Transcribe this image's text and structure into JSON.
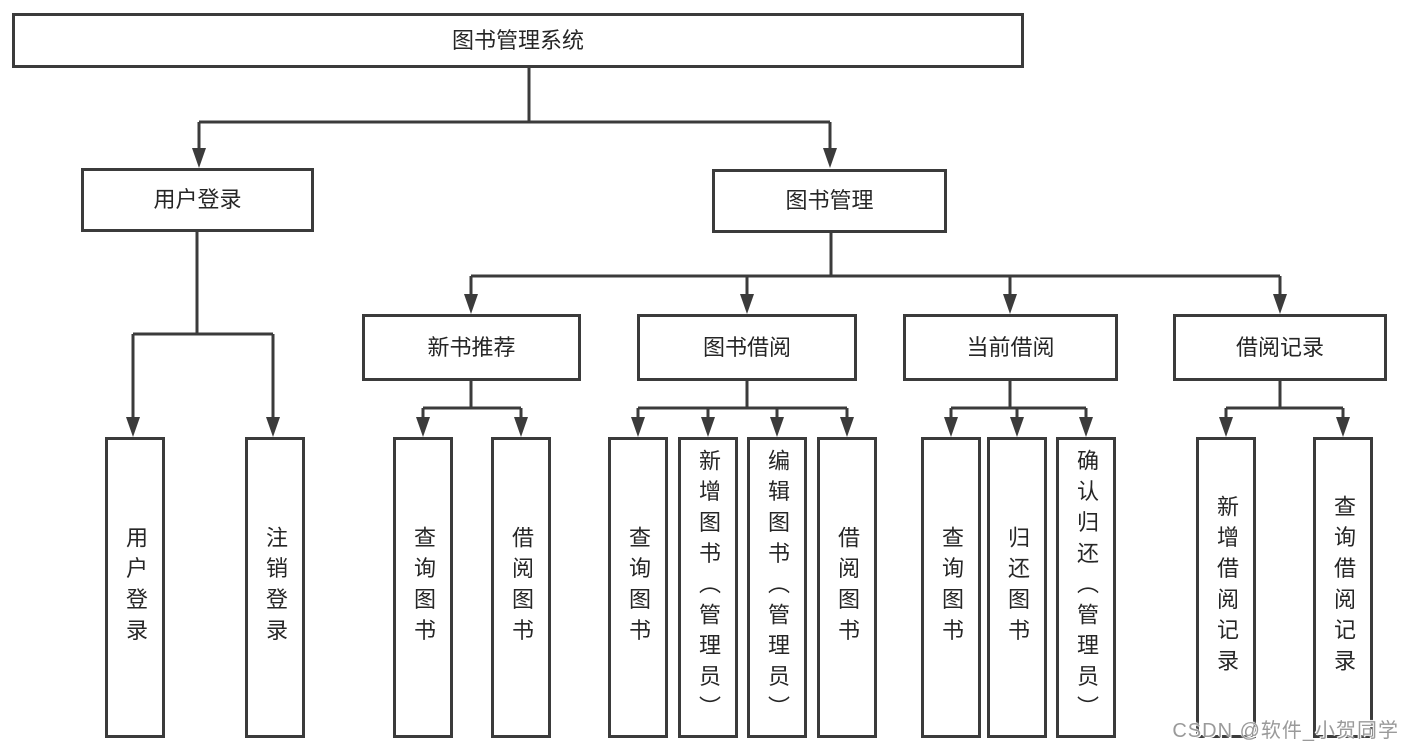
{
  "diagram": {
    "root": {
      "label": "图书管理系统"
    },
    "branches": [
      {
        "label": "用户登录",
        "children": [
          {
            "label": "用户登录"
          },
          {
            "label": "注销登录"
          }
        ]
      },
      {
        "label": "图书管理",
        "sections": [
          {
            "label": "新书推荐",
            "children": [
              {
                "label": "查询图书"
              },
              {
                "label": "借阅图书"
              }
            ]
          },
          {
            "label": "图书借阅",
            "children": [
              {
                "label": "查询图书"
              },
              {
                "label": "新增图书（管理员）"
              },
              {
                "label": "编辑图书（管理员）"
              },
              {
                "label": "借阅图书"
              }
            ]
          },
          {
            "label": "当前借阅",
            "children": [
              {
                "label": "查询图书"
              },
              {
                "label": "归还图书"
              },
              {
                "label": "确认归还（管理员）"
              }
            ]
          },
          {
            "label": "借阅记录",
            "children": [
              {
                "label": "新增借阅记录"
              },
              {
                "label": "查询借阅记录"
              }
            ]
          }
        ]
      }
    ]
  },
  "watermark": {
    "text": "CSDN @软件_小贺同学"
  },
  "colors": {
    "line": "#3b3b3b",
    "text": "#262626",
    "background": "#ffffff",
    "watermark": "#9a9a9a"
  }
}
